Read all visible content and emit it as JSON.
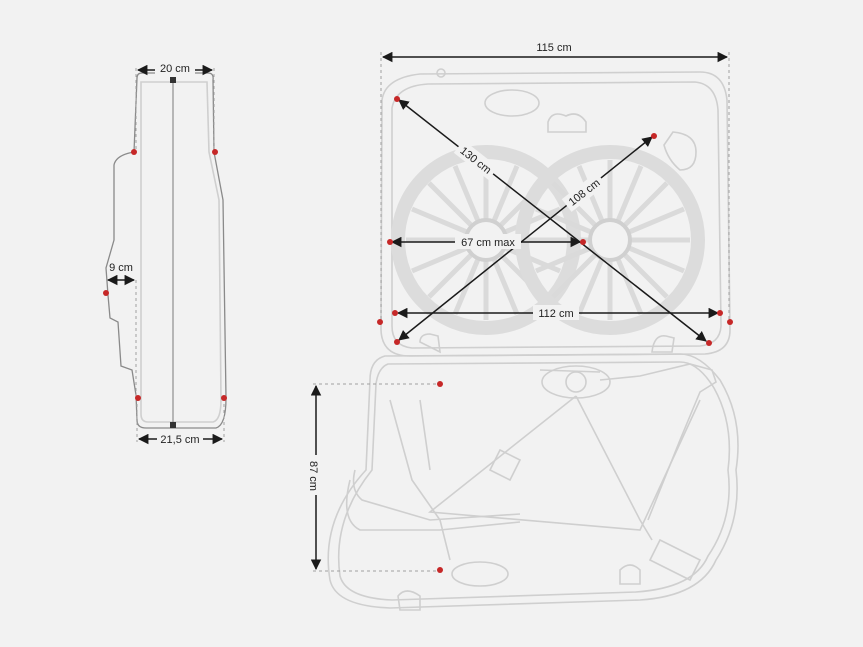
{
  "dimensions": {
    "side_width_top": "20 cm",
    "side_depth_small": "9 cm",
    "side_width_bottom": "21,5 cm",
    "total_width": "115 cm",
    "diagonal_long": "130 cm",
    "diagonal_short": "108 cm",
    "wheel_width": "67 cm max",
    "inner_width": "112 cm",
    "total_height": "87 cm"
  },
  "colors": {
    "background": "#f2f2f2",
    "marker": "#c62828",
    "dimension_line": "#1a1a1a",
    "outline": "#cfcfcf"
  }
}
